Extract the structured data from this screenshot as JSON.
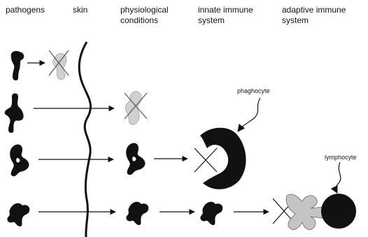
{
  "headers": {
    "pathogens": "pathogens",
    "skin": "skin",
    "physiological": "physiological\nconditions",
    "innate": "innate immune\nsystem",
    "adaptive": "adaptive immune\nsystem"
  },
  "labels": {
    "phagocyte": "phaghocyte",
    "lymphocyte": "lymphocyte"
  },
  "colors": {
    "ink": "#111111",
    "faded": "#bdbdbd",
    "receptor": "#c4c4c4"
  }
}
